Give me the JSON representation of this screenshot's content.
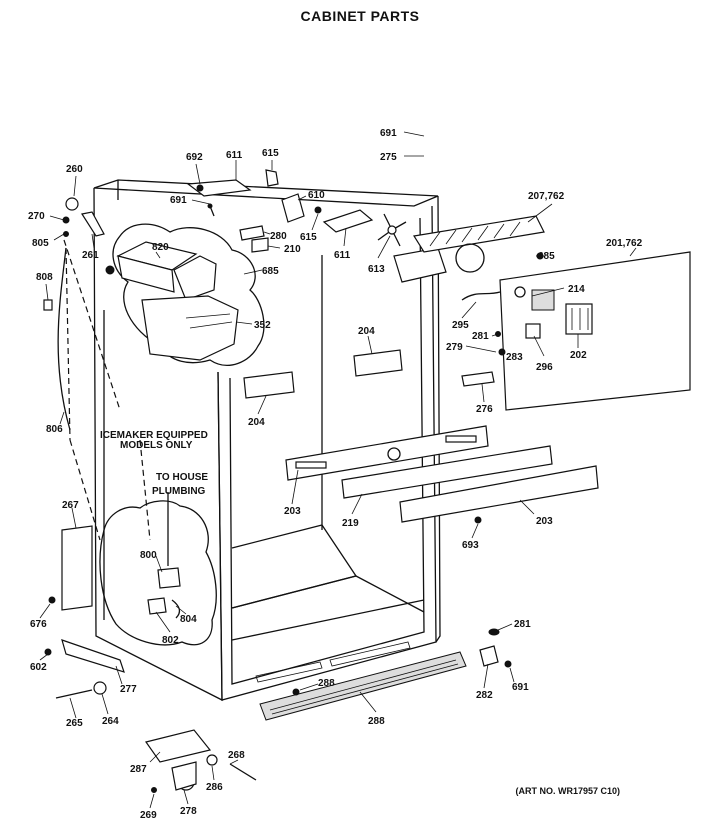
{
  "title": "CABINET PARTS",
  "art_number": "(ART NO. WR17957 C10)",
  "notes": {
    "icemaker": [
      "ICEMAKER EQUIPPED",
      "MODELS ONLY"
    ],
    "plumbing": [
      "TO HOUSE",
      "PLUMBING"
    ]
  },
  "part_labels": [
    {
      "id": "p691a",
      "text": "691"
    },
    {
      "id": "p275",
      "text": "275"
    },
    {
      "id": "p692",
      "text": "692"
    },
    {
      "id": "p611a",
      "text": "611"
    },
    {
      "id": "p615a",
      "text": "615"
    },
    {
      "id": "p691b",
      "text": "691"
    },
    {
      "id": "p610",
      "text": "610"
    },
    {
      "id": "p260",
      "text": "260"
    },
    {
      "id": "p270",
      "text": "270"
    },
    {
      "id": "p805",
      "text": "805"
    },
    {
      "id": "p261",
      "text": "261"
    },
    {
      "id": "p820",
      "text": "820"
    },
    {
      "id": "p280",
      "text": "280"
    },
    {
      "id": "p615b",
      "text": "615"
    },
    {
      "id": "p210",
      "text": "210"
    },
    {
      "id": "p611b",
      "text": "611"
    },
    {
      "id": "p613",
      "text": "613"
    },
    {
      "id": "p207",
      "text": "207,762"
    },
    {
      "id": "p201",
      "text": "201,762"
    },
    {
      "id": "p685a",
      "text": "685"
    },
    {
      "id": "p685b",
      "text": "685"
    },
    {
      "id": "p808",
      "text": "808"
    },
    {
      "id": "p352",
      "text": "352"
    },
    {
      "id": "p214",
      "text": "214"
    },
    {
      "id": "p295",
      "text": "295"
    },
    {
      "id": "p281a",
      "text": "281"
    },
    {
      "id": "p204a",
      "text": "204"
    },
    {
      "id": "p279",
      "text": "279"
    },
    {
      "id": "p283",
      "text": "283"
    },
    {
      "id": "p202",
      "text": "202"
    },
    {
      "id": "p296",
      "text": "296"
    },
    {
      "id": "p204b",
      "text": "204"
    },
    {
      "id": "p276",
      "text": "276"
    },
    {
      "id": "p806",
      "text": "806"
    },
    {
      "id": "p267",
      "text": "267"
    },
    {
      "id": "p203a",
      "text": "203"
    },
    {
      "id": "p219",
      "text": "219"
    },
    {
      "id": "p203b",
      "text": "203"
    },
    {
      "id": "p693",
      "text": "693"
    },
    {
      "id": "p800",
      "text": "800"
    },
    {
      "id": "p804",
      "text": "804"
    },
    {
      "id": "p802",
      "text": "802"
    },
    {
      "id": "p676",
      "text": "676"
    },
    {
      "id": "p602",
      "text": "602"
    },
    {
      "id": "p277",
      "text": "277"
    },
    {
      "id": "p281b",
      "text": "281"
    },
    {
      "id": "p288a",
      "text": "288"
    },
    {
      "id": "p282",
      "text": "282"
    },
    {
      "id": "p691c",
      "text": "691"
    },
    {
      "id": "p265",
      "text": "265"
    },
    {
      "id": "p264",
      "text": "264"
    },
    {
      "id": "p288b",
      "text": "288"
    },
    {
      "id": "p268",
      "text": "268"
    },
    {
      "id": "p287",
      "text": "287"
    },
    {
      "id": "p286",
      "text": "286"
    },
    {
      "id": "p278",
      "text": "278"
    },
    {
      "id": "p269",
      "text": "269"
    }
  ]
}
